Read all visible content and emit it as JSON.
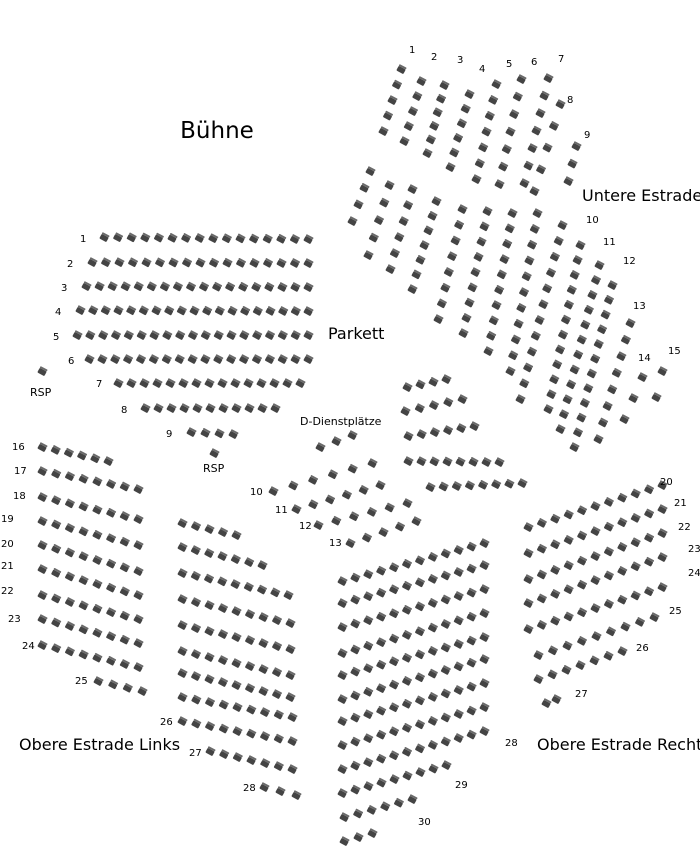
{
  "colors": {
    "seat": "#444444",
    "background": "#ffffff"
  },
  "titles": {
    "stage": "Bühne",
    "parkett": "Parkett",
    "untere_estrade": "Untere Estrade",
    "obere_links": "Obere Estrade Links",
    "obere_rechts": "Obere Estrade Rechts",
    "dienst": "D-Dienstplätze",
    "rsp_left": "RSP",
    "rsp_center": "RSP"
  },
  "rows": {
    "untere": [
      "1",
      "2",
      "3",
      "4",
      "5",
      "6",
      "7",
      "8",
      "9",
      "10",
      "11",
      "12",
      "13",
      "14",
      "15"
    ],
    "parkett": [
      "1",
      "2",
      "3",
      "4",
      "5",
      "6",
      "7",
      "8",
      "9"
    ],
    "mid": [
      "10",
      "11",
      "12",
      "13"
    ],
    "links": [
      "16",
      "17",
      "18",
      "19",
      "20",
      "21",
      "22",
      "23",
      "24",
      "25",
      "26",
      "27",
      "28"
    ],
    "rechts": [
      "20",
      "21",
      "22",
      "23",
      "24",
      "25",
      "26",
      "27"
    ],
    "center": [
      "28",
      "29",
      "30"
    ]
  }
}
